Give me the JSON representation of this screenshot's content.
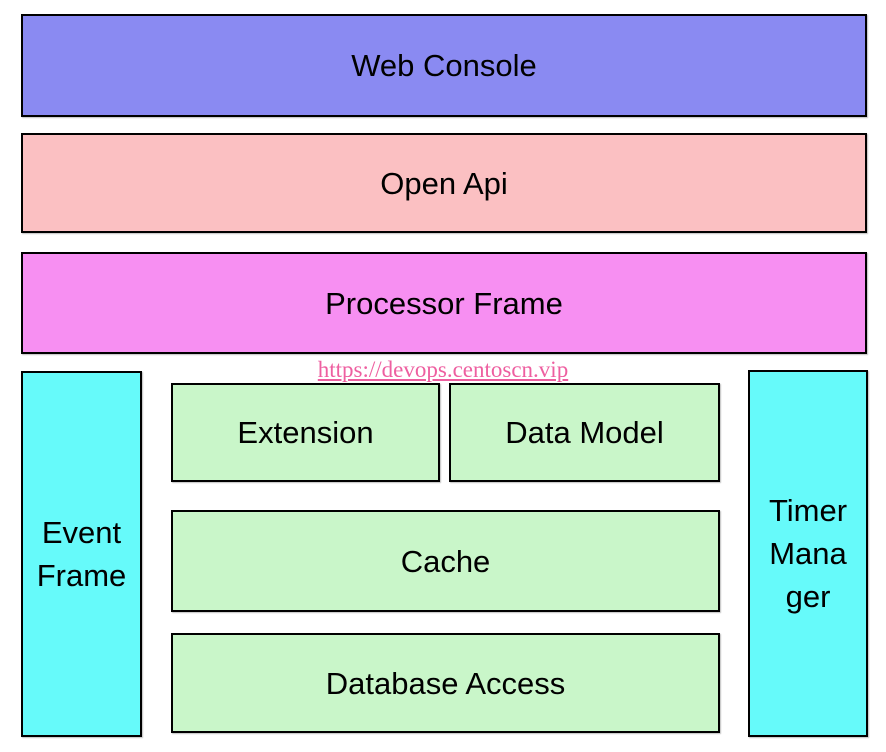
{
  "page": {
    "background_color": "#ffffff",
    "border_color": "#000000",
    "text_color": "#000000"
  },
  "watermark": {
    "text": "https://devops.centoscn.vip",
    "color": "#ee5fa0"
  },
  "boxes": {
    "web_console": {
      "label": "Web Console",
      "fill": "#8a8af2"
    },
    "open_api": {
      "label": "Open Api",
      "fill": "#fbc0c2"
    },
    "processor_frame": {
      "label": "Processor Frame",
      "fill": "#f78ff2"
    },
    "event_frame": {
      "label": "Event Frame",
      "fill": "#66fafa",
      "lines": [
        "Event",
        "Frame"
      ]
    },
    "timer_manager": {
      "label": "Timer Manager",
      "fill": "#66fafa",
      "lines": [
        "Timer",
        "Mana",
        "ger"
      ]
    },
    "extension": {
      "label": "Extension",
      "fill": "#c9f6c9"
    },
    "data_model": {
      "label": "Data Model",
      "fill": "#c9f6c9"
    },
    "cache": {
      "label": "Cache",
      "fill": "#c9f6c9"
    },
    "database_access": {
      "label": "Database Access",
      "fill": "#c9f6c9"
    }
  }
}
